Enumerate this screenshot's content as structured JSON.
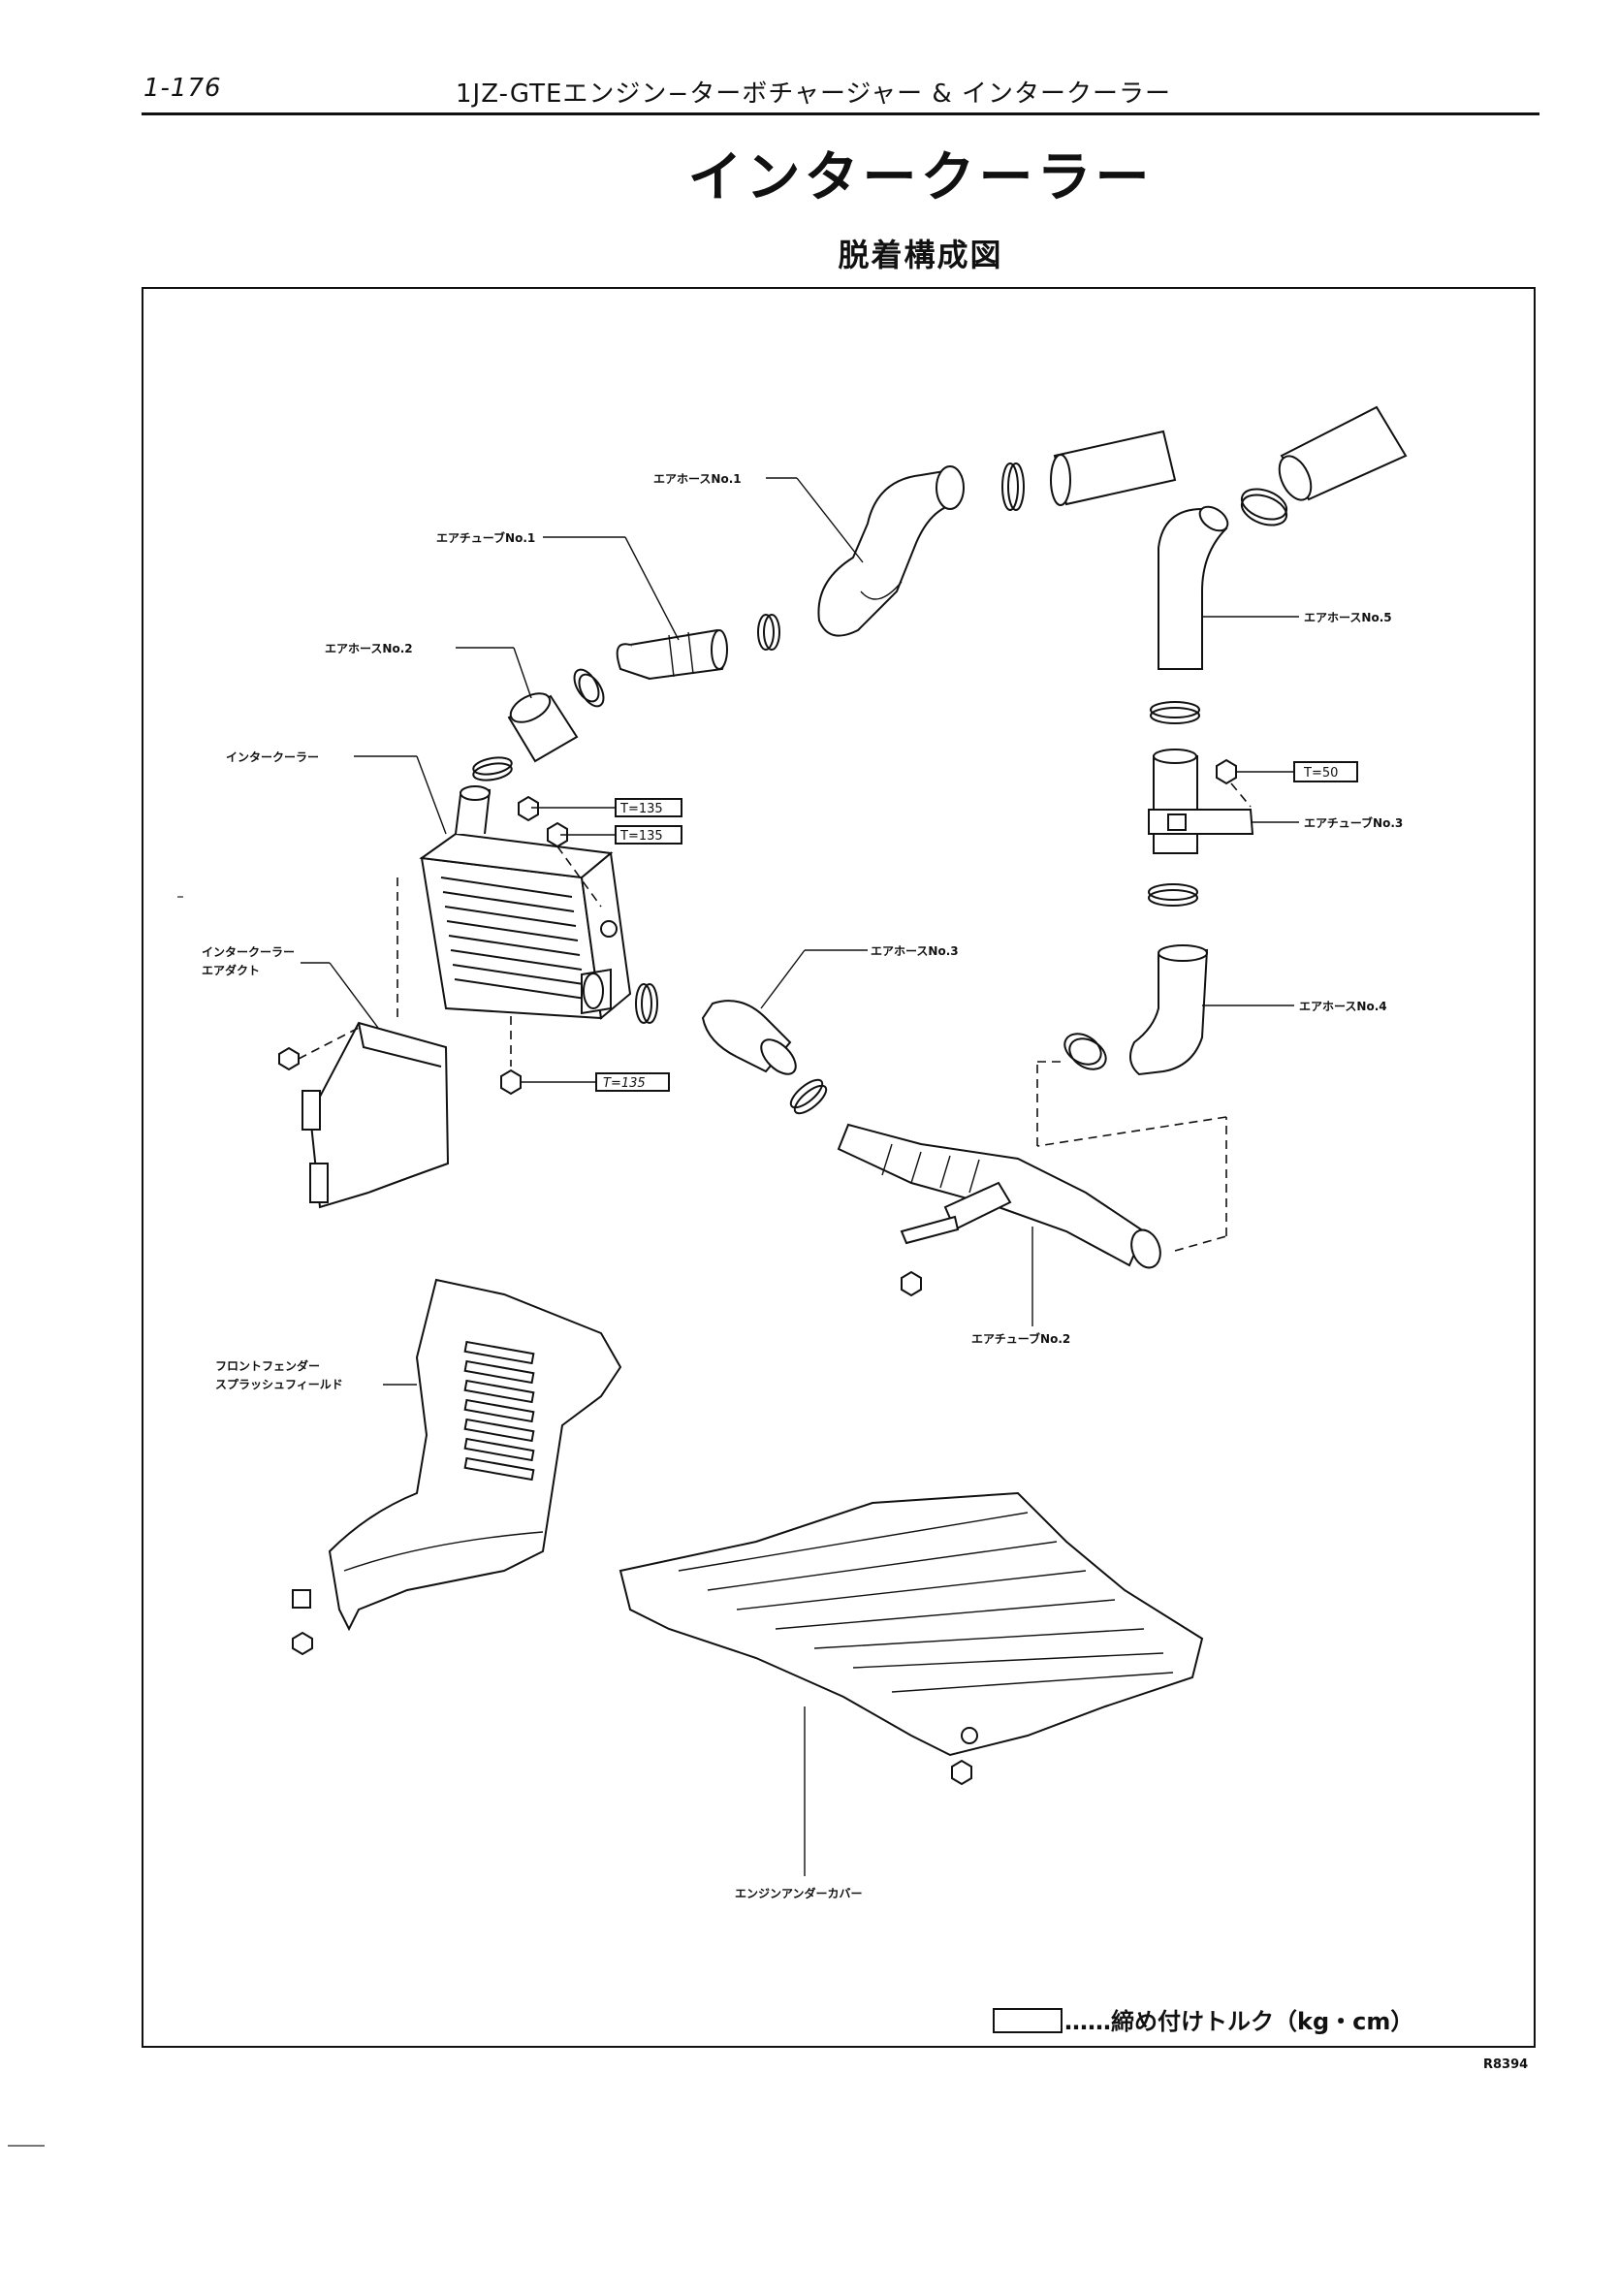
{
  "header": {
    "page_number": "1-176",
    "section_title": "1JZ-GTEエンジン−ターボチャージャー & インタークーラー"
  },
  "title": "インタークーラー",
  "subtitle": "脱着構成図",
  "parts": {
    "air_hose_1": "エアホースNo.1",
    "air_tube_1": "エアチューブNo.1",
    "air_hose_2": "エアホースNo.2",
    "intercooler": "インタークーラー",
    "intercooler_air_duct_1": "インタークーラー",
    "intercooler_air_duct_2": "エアダクト",
    "air_hose_3": "エアホースNo.3",
    "air_hose_4": "エアホースNo.4",
    "air_hose_5": "エアホースNo.5",
    "air_tube_3": "エアチューブNo.3",
    "air_tube_2": "エアチューブNo.2",
    "splash_shield_1": "フロントフェンダー",
    "splash_shield_2": "スプラッシュフィールド",
    "engine_under_cover": "エンジンアンダーカバー"
  },
  "torque": {
    "intercooler_upper_1": "T=135",
    "intercooler_upper_2": "T=135",
    "intercooler_lower": "T=135",
    "air_tube_3_bolt": "T=50"
  },
  "legend": {
    "text": "……締め付けトルク（kg・cm）"
  },
  "figure_code": "R8394"
}
